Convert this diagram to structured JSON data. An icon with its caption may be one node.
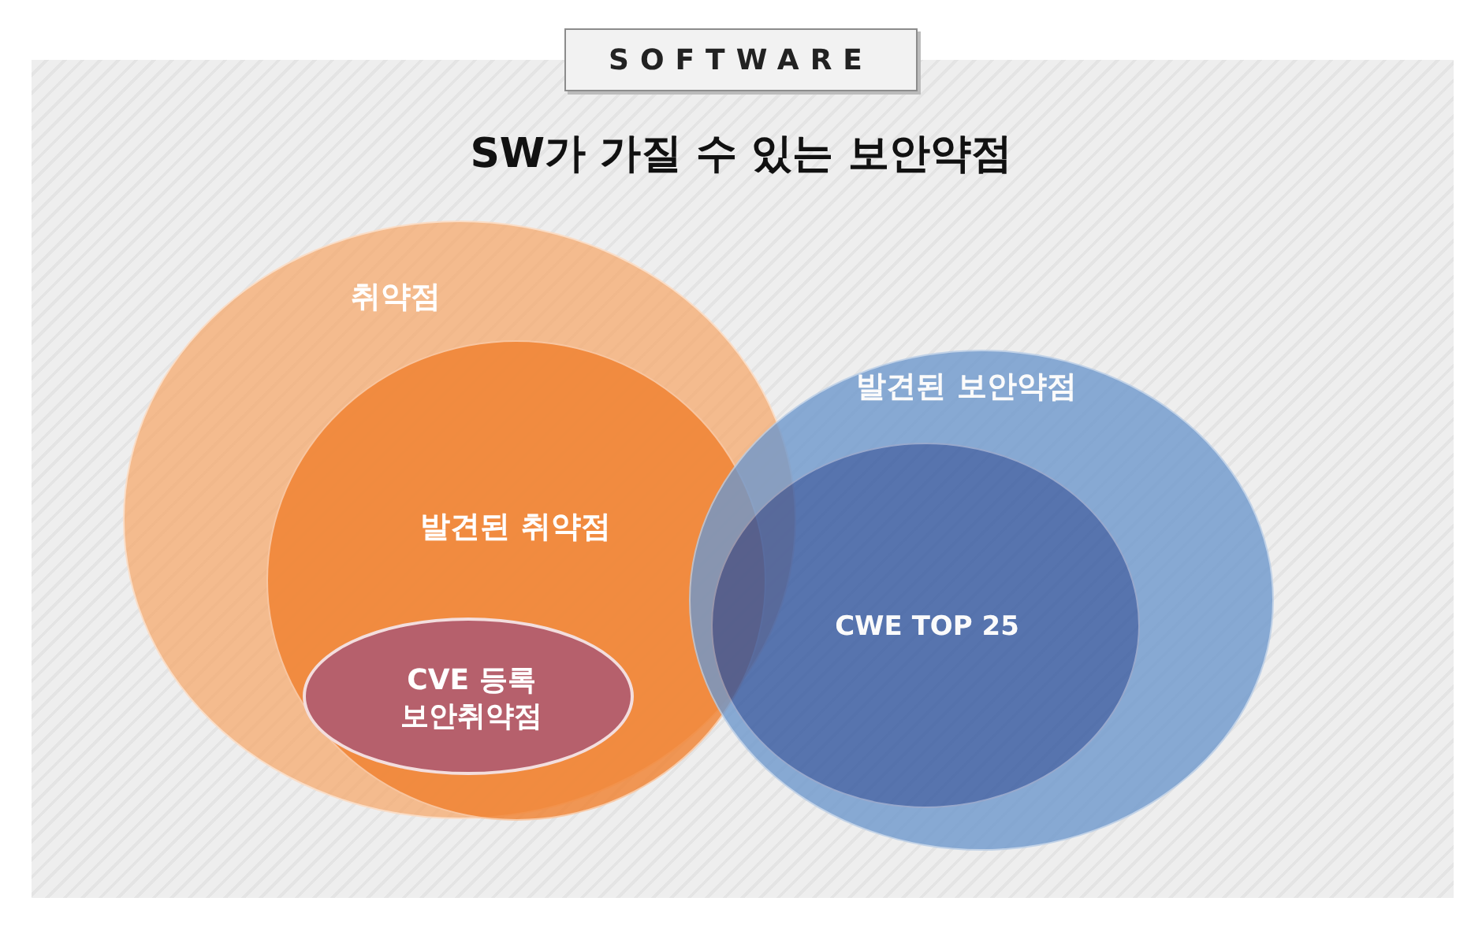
{
  "diagram": {
    "title": "SW가 가질 수 있는 보안약점",
    "nodes": [
      {
        "text": [
          "취약점"
        ]
      },
      {
        "text": [
          "발견된 취약점"
        ],
        "in": 0
      },
      {
        "text": [
          "CVE 등록 보안취약점"
        ],
        "in": 1
      },
      {
        "text": [
          "발견된 보안약점"
        ]
      },
      {
        "text": [
          "CWE TOP 25"
        ],
        "in": 3
      }
    ],
    "labels": [
      "SOFTWARE"
    ]
  }
}
